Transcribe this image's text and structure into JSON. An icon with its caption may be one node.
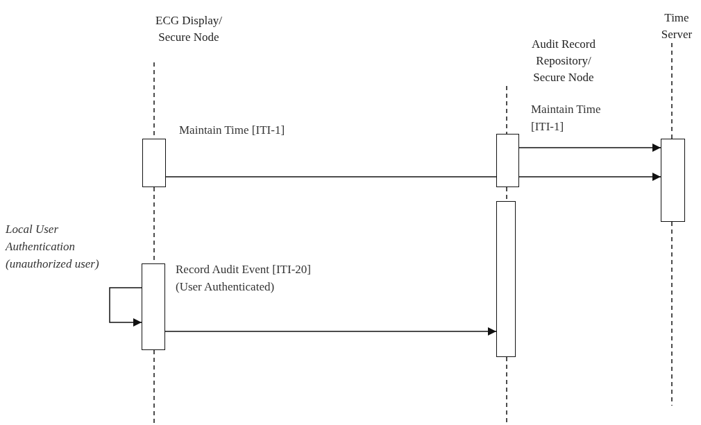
{
  "diagram": {
    "nodes": [
      {
        "text": [
          "ECG Display/ Secure Node"
        ]
      },
      {
        "text": [
          "Audit Record Repository/ Secure Node"
        ]
      },
      {
        "text": [
          "Time Server"
        ]
      },
      {
        "text": [],
        "shape": "bar"
      },
      {
        "text": [],
        "shape": "bar"
      },
      {
        "text": [],
        "shape": "bar"
      },
      {
        "text": [],
        "shape": "bar"
      },
      {
        "text": [],
        "shape": "bar"
      }
    ],
    "edges": [
      {
        "from": 0,
        "to": 3,
        "arrow": "none",
        "style": "dashed"
      },
      {
        "from": 3,
        "to": 7,
        "arrow": "none",
        "style": "dashed"
      },
      {
        "from": 7,
        "to": null,
        "arrow": "none",
        "style": "dashed"
      },
      {
        "from": 1,
        "to": 4,
        "arrow": "none",
        "style": "dashed"
      },
      {
        "from": 4,
        "to": 6,
        "arrow": "none",
        "style": "dashed"
      },
      {
        "from": 6,
        "to": null,
        "arrow": "none",
        "style": "dashed"
      },
      {
        "from": 2,
        "to": 5,
        "arrow": "none",
        "style": "dashed"
      },
      {
        "from": 5,
        "to": null,
        "arrow": "none",
        "style": "dashed"
      },
      {
        "from": 4,
        "to": 5,
        "arrow": "to",
        "label": "Maintain Time [ITI-1]"
      },
      {
        "from": 3,
        "to": 4,
        "arrow": "none",
        "label": "Maintain Time [ITI-1]"
      },
      {
        "from": 4,
        "to": 5,
        "arrow": "to"
      },
      {
        "from": 7,
        "to": 7,
        "arrow": "to",
        "label": "Local User Authentication (unauthorized user)"
      },
      {
        "from": 7,
        "to": 6,
        "arrow": "to",
        "label": "Record Audit Event [ITI-20] (User Authenticated)"
      }
    ]
  }
}
